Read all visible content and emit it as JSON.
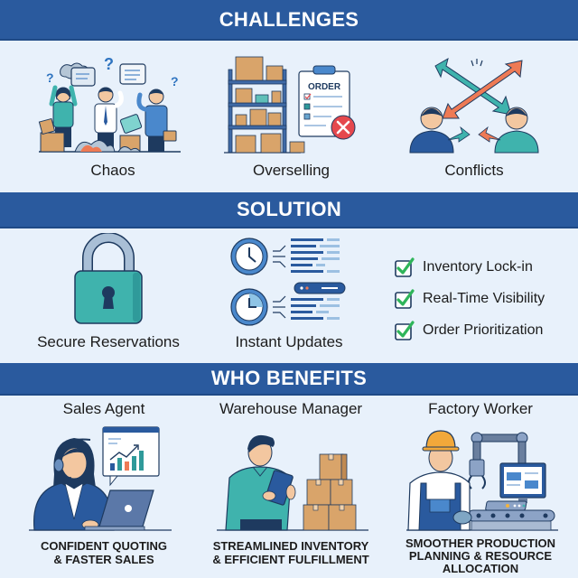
{
  "colors": {
    "band": "#2a5a9e",
    "background": "#e8f1fb",
    "teal": "#3fb3ad",
    "orange": "#ee7a55",
    "box": "#d9a46a",
    "navy": "#1e3a5f",
    "check_green": "#2fb55a",
    "red": "#e5484d"
  },
  "sections": {
    "challenges": {
      "title": "CHALLENGES",
      "items": [
        {
          "label": "Chaos",
          "icon": "chaos-people-icon"
        },
        {
          "label": "Overselling",
          "icon": "shelves-order-rejected-icon"
        },
        {
          "label": "Conflicts",
          "icon": "crossed-arrows-people-icon"
        }
      ]
    },
    "solution": {
      "title": "SOLUTION",
      "items": [
        {
          "label": "Secure Reservations",
          "icon": "padlock-icon"
        },
        {
          "label": "Instant Updates",
          "icon": "clock-updates-icon"
        }
      ],
      "order_badge": "ORDER",
      "checklist": [
        {
          "label": "Inventory Lock-in",
          "checked": true
        },
        {
          "label": "Real-Time Visibility",
          "checked": true
        },
        {
          "label": "Order Prioritization",
          "checked": true
        }
      ]
    },
    "benefits": {
      "title": "WHO BENEFITS",
      "roles": [
        {
          "title": "Sales Agent",
          "caption_lines": [
            "CONFIDENT QUOTING",
            "& FASTER SALES"
          ],
          "icon": "sales-agent-icon"
        },
        {
          "title": "Warehouse Manager",
          "caption_lines": [
            "STREAMLINED INVENTORY",
            "& EFFICIENT FULFILLMENT"
          ],
          "icon": "warehouse-manager-icon"
        },
        {
          "title": "Factory Worker",
          "caption_lines": [
            "SMOOTHER PRODUCTION",
            "PLANNING & RESOURCE",
            "ALLOCATION"
          ],
          "icon": "factory-worker-icon"
        }
      ]
    }
  }
}
